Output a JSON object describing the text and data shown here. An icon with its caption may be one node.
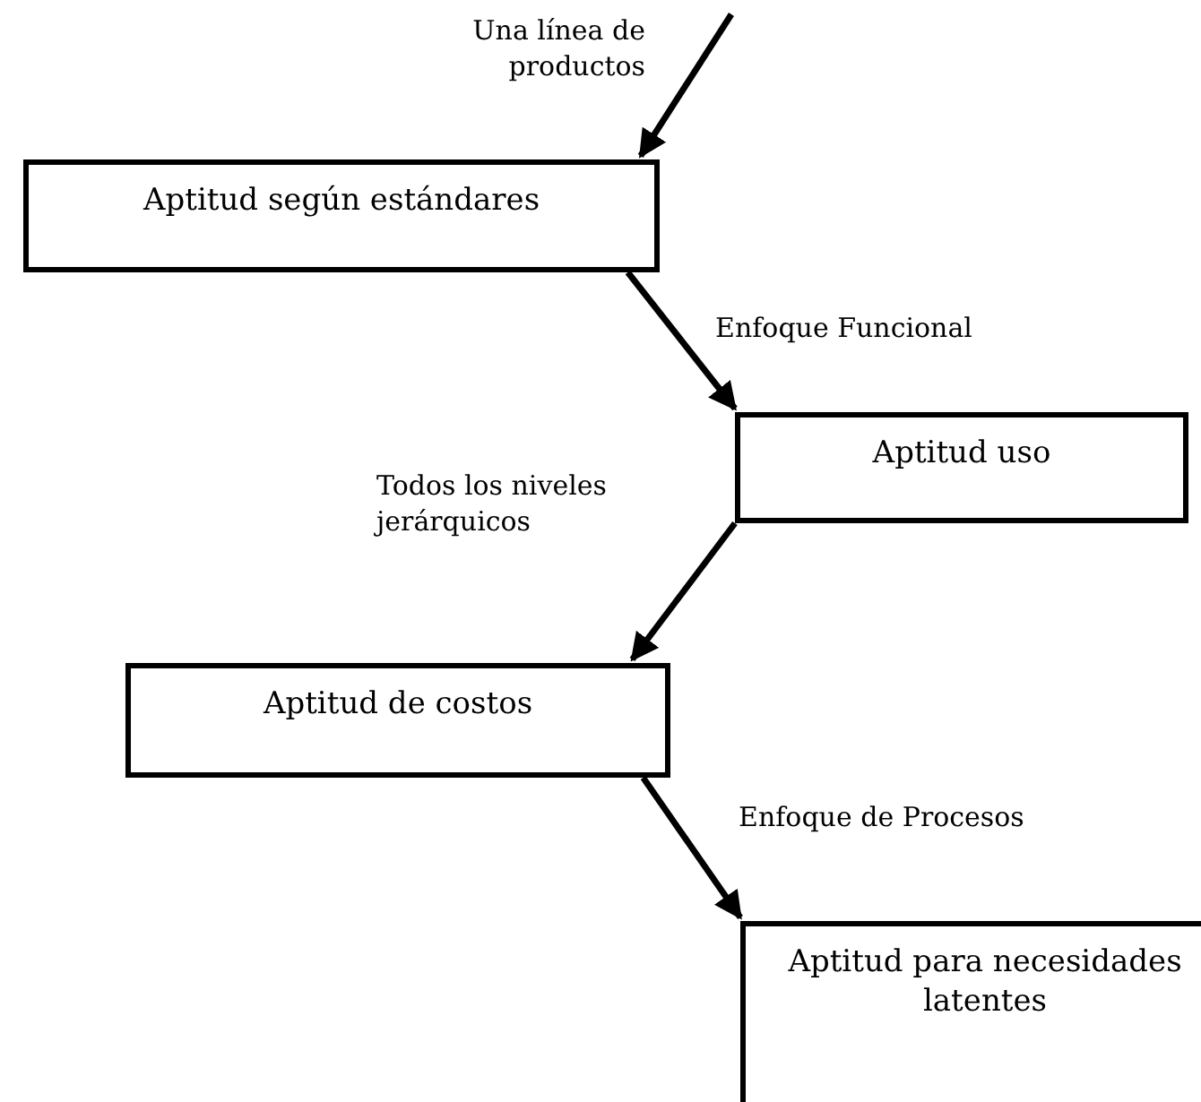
{
  "diagram": {
    "nodes": [
      {
        "text": [
          "Aptitud según estándares"
        ]
      },
      {
        "text": [
          "Aptitud uso"
        ]
      },
      {
        "text": [
          "Aptitud de costos"
        ]
      },
      {
        "text": [
          "Aptitud para necesidades latentes"
        ]
      }
    ],
    "edges": [
      {
        "from": null,
        "to": 0,
        "arrow": "to",
        "label": "Una línea de productos"
      },
      {
        "from": 0,
        "to": 1,
        "arrow": "to",
        "label": "Enfoque Funcional"
      },
      {
        "from": 1,
        "to": 2,
        "arrow": "to",
        "label": "Todos los niveles jerárquicos"
      },
      {
        "from": 2,
        "to": 3,
        "arrow": "to",
        "label": "Enfoque de Procesos"
      }
    ]
  }
}
